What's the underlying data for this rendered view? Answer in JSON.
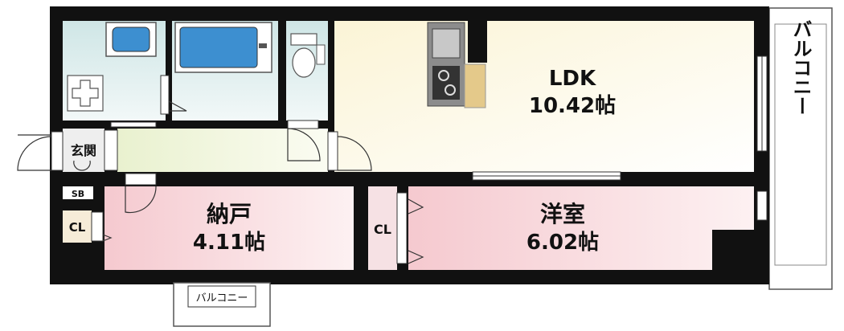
{
  "rooms": {
    "ldk": {
      "name": "LDK",
      "size": "10.42帖"
    },
    "storage": {
      "name": "納戸",
      "size": "4.11帖"
    },
    "western": {
      "name": "洋室",
      "size": "6.02帖"
    }
  },
  "labels": {
    "entrance": "玄関",
    "shoe_box": "SB",
    "closet_left": "CL",
    "closet_right": "CL",
    "balcony_right": "バルコニー",
    "balcony_bottom": "バルコニー"
  },
  "colors": {
    "wall": "#111111",
    "ldk_floor": "#fbf6df",
    "hall_floor": "#eef4d8",
    "wet_area": "#dcecec",
    "room_floor": "#f7dfe2",
    "kitchen": "#8c8c8c",
    "bath": "#3d8fd0"
  }
}
